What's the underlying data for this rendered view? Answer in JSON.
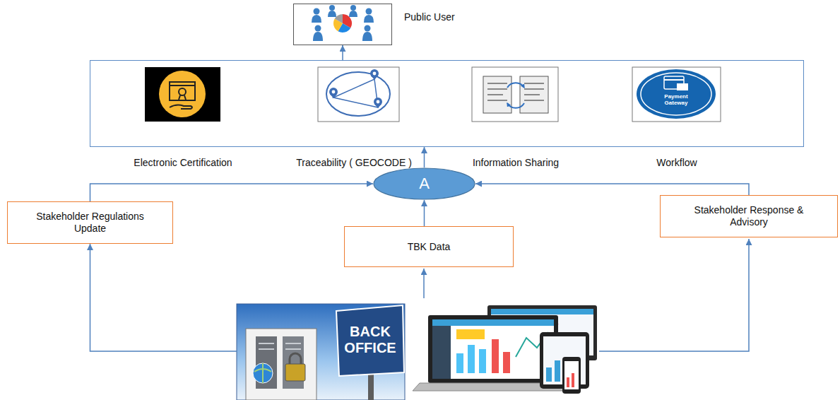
{
  "diagram": {
    "nodes": [
      {
        "text": [
          "Public User"
        ]
      },
      {
        "text": [
          "Electronic Certification",
          "Traceability ( GEOCODE )",
          "Information Sharing",
          "Workflow"
        ]
      },
      {
        "text": [
          "A"
        ]
      },
      {
        "text": [
          "Stakeholder Regulations Update"
        ]
      },
      {
        "text": [
          "TBK Data"
        ]
      },
      {
        "text": [
          "Stakeholder Response & Advisory"
        ]
      },
      {
        "text": [
          "BACK OFFICE"
        ]
      }
    ],
    "edges": [
      {
        "from": 3,
        "to": 2,
        "arrow": "to"
      },
      {
        "from": 4,
        "to": 2,
        "arrow": "to"
      },
      {
        "from": 5,
        "to": 2,
        "arrow": "to"
      },
      {
        "from": 2,
        "to": 1,
        "arrow": "to"
      },
      {
        "from": 1,
        "to": 0,
        "arrow": "to"
      },
      {
        "from": 6,
        "to": 3,
        "arrow": "to"
      }
    ],
    "labels": [
      "Payment Gateway"
    ]
  }
}
